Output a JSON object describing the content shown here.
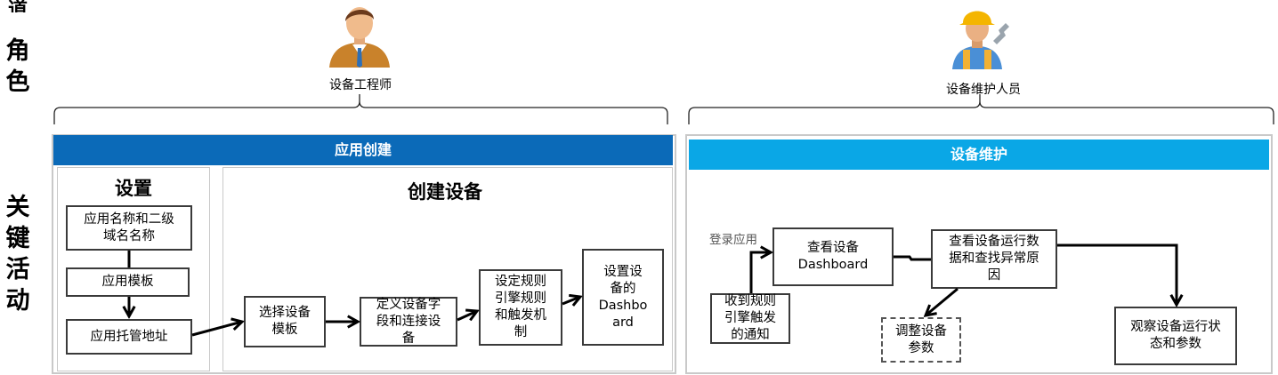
{
  "side_labels": {
    "roles": "角\n色",
    "activities": "关\n键\n活\n动"
  },
  "roles": {
    "engineer": "设备工程师",
    "maintainer": "设备维护人员"
  },
  "colors": {
    "app_banner": "#0b6ab8",
    "maint_banner": "#0aa7e6",
    "box_border": "#3a3a3a",
    "panel_border": "#c9c9c9"
  },
  "icons": {
    "engineer": "engineer-avatar-icon",
    "maintainer": "maintenance-worker-icon"
  },
  "app_creation": {
    "banner": "应用创建",
    "setup": {
      "title": "设置",
      "steps": [
        "应用名称和二级\n域名名称",
        "应用模板",
        "应用托管地址"
      ]
    },
    "create_device": {
      "title": "创建设备",
      "steps": [
        "选择设备\n模板",
        "定义设备字\n段和连接设\n备",
        "设定规则\n引擎规则\n和触发机\n制",
        "设置设\n备的\nDashbo\nard"
      ]
    }
  },
  "device_maintenance": {
    "banner": "设备维护",
    "login_label": "登录应用",
    "steps": {
      "notify": "收到规则\n引擎触发\n的通知",
      "view_dashboard": "查看设备\nDashboard",
      "view_data": "查看设备运行数\n据和查找异常原\n因",
      "adjust": "调整设备\n参数",
      "observe": "观察设备运行状\n态和参数"
    }
  }
}
